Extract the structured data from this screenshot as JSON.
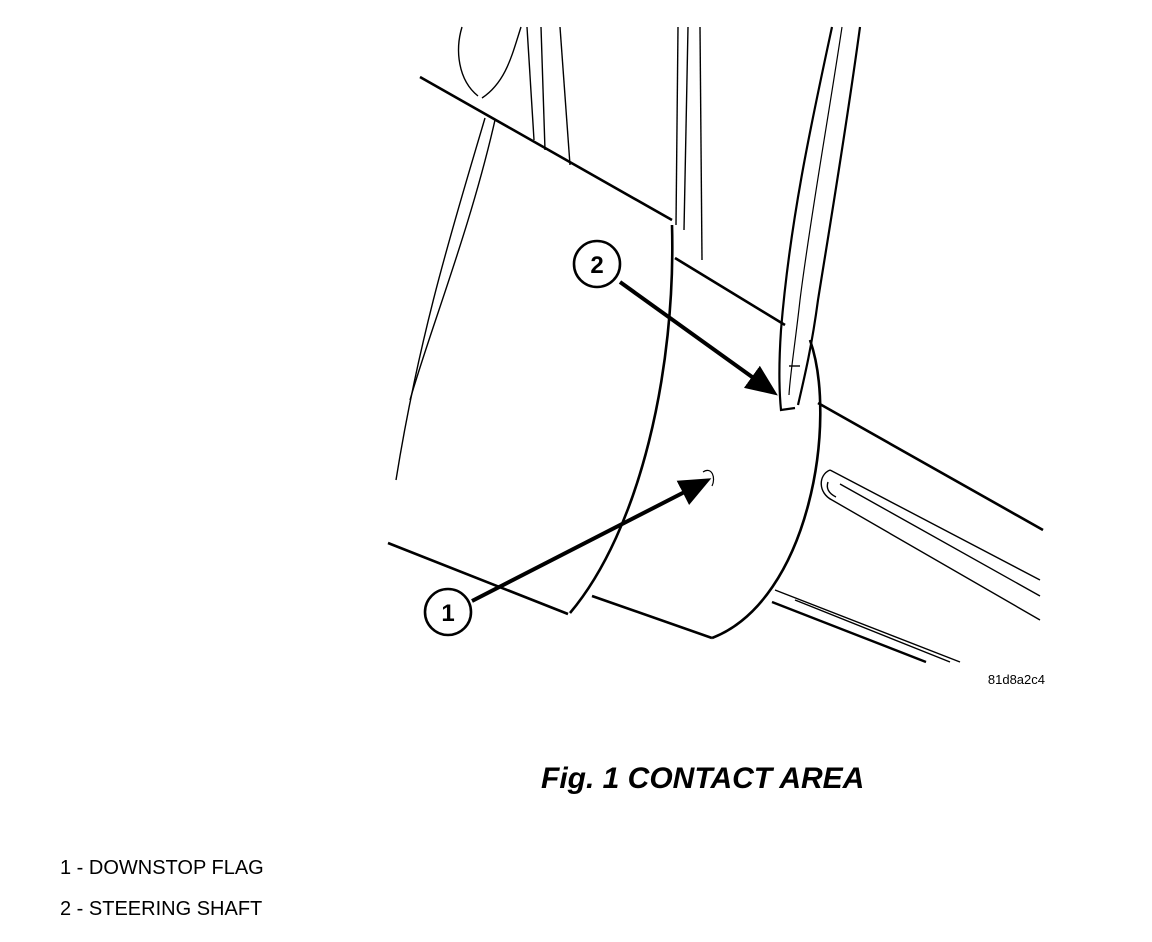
{
  "figure": {
    "caption": "Fig. 1 CONTACT AREA",
    "image_code": "81d8a2c4"
  },
  "callouts": [
    {
      "number": "1",
      "target": "DOWNSTOP FLAG"
    },
    {
      "number": "2",
      "target": "STEERING SHAFT"
    }
  ],
  "legend": [
    {
      "text": "1 - DOWNSTOP FLAG"
    },
    {
      "text": "2 - STEERING SHAFT"
    }
  ],
  "colors": {
    "line": "#000000",
    "background": "#ffffff"
  }
}
